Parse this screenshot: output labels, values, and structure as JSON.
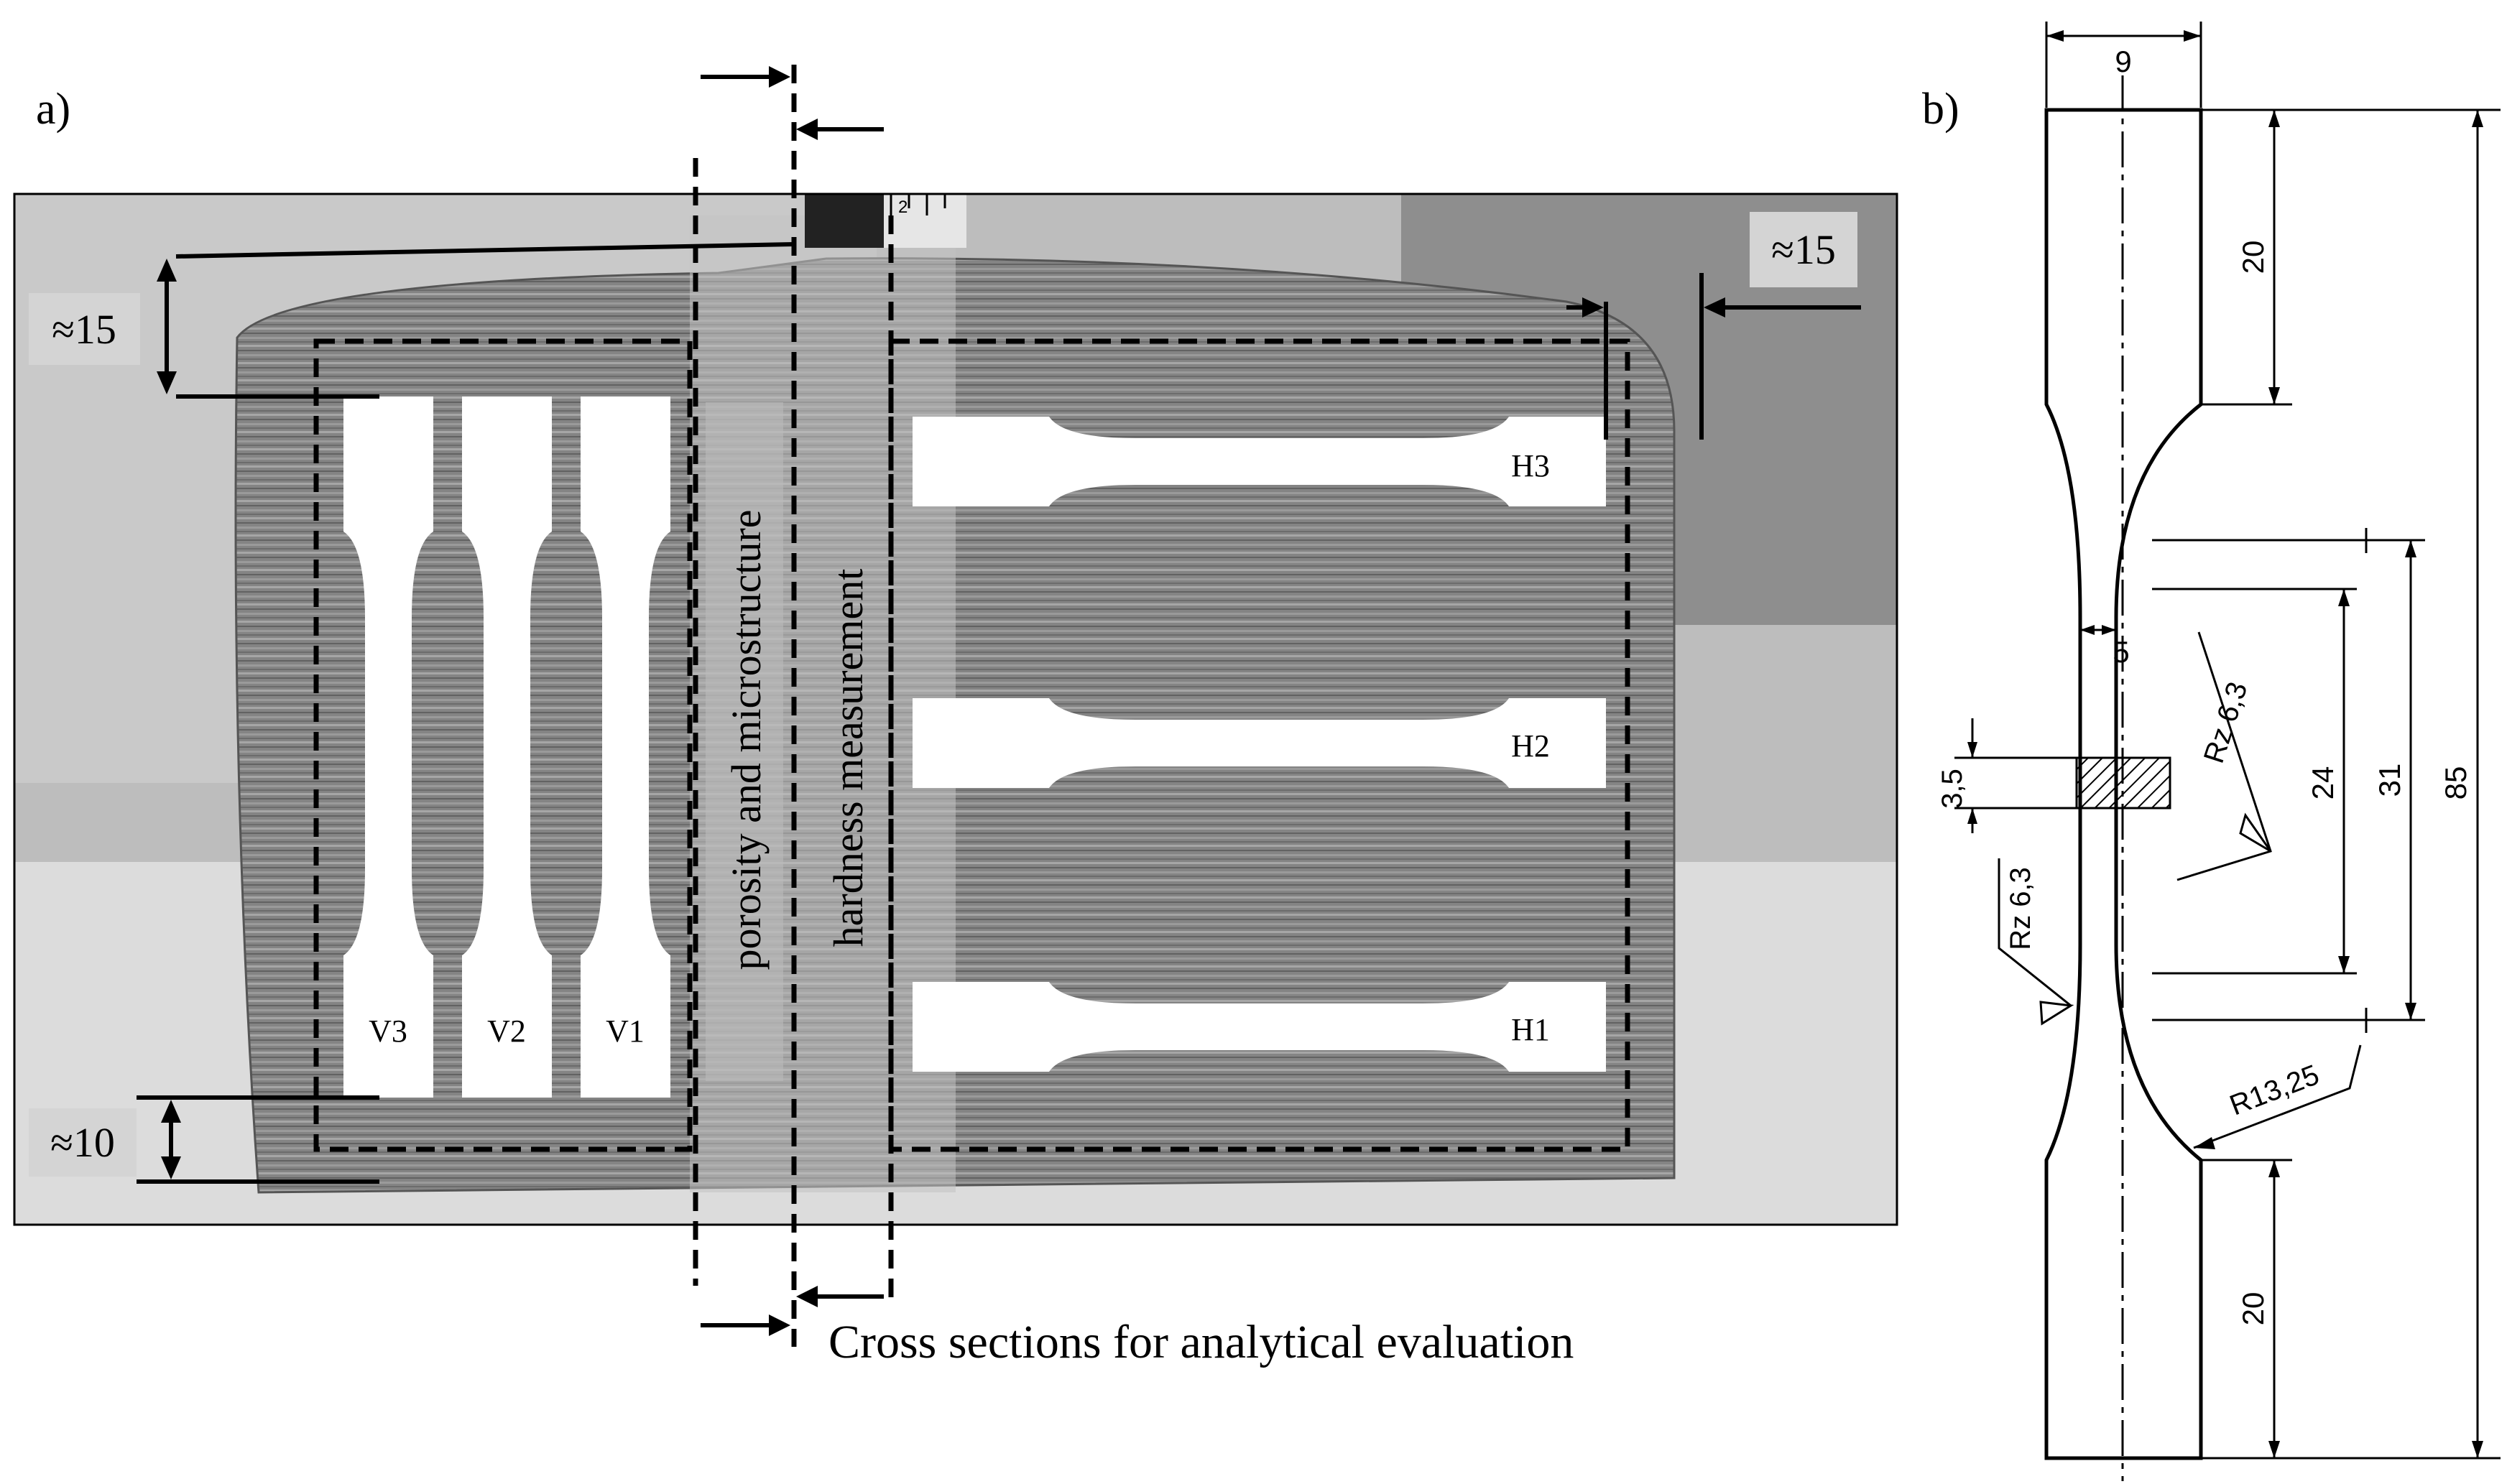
{
  "panel_a": {
    "label": "a)",
    "dimensions": {
      "top_left": "≈15",
      "bottom_left": "≈10",
      "top_right": "≈15"
    },
    "vertical_specimens": [
      "V3",
      "V2",
      "V1"
    ],
    "horizontal_specimens": [
      "H3",
      "H2",
      "H1"
    ],
    "section_labels": {
      "porosity": "porosity and microstructure",
      "hardness": "hardness measurement"
    },
    "scale_mark": "2",
    "caption": "Cross sections for analytical evaluation"
  },
  "panel_b": {
    "label": "b)",
    "dimensions": {
      "width": "9",
      "grip_top": "20",
      "gauge_width": "5",
      "section_height": "3,5",
      "gauge_length": "24",
      "parallel_length": "31",
      "total_length": "85",
      "grip_bottom": "20",
      "radius": "R13,25",
      "roughness_right": "Rz 6,3",
      "roughness_left": "Rz 6,3"
    }
  }
}
